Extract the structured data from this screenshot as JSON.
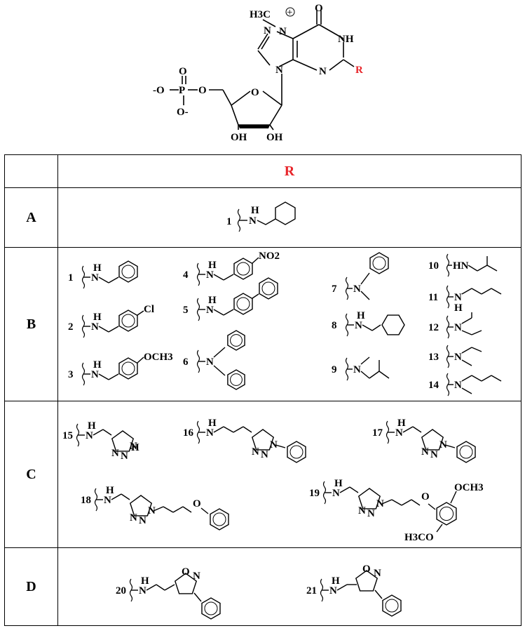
{
  "scaffold": {
    "atoms": {
      "methyl": "H3C",
      "n_plus": "N",
      "charge": "+",
      "oxo": "O",
      "nh": "NH",
      "n_ring": "N",
      "n_bottom": "N",
      "n_glyco": "N",
      "r": "R",
      "phosphate_p": "P",
      "phosphate_o_minus1": "-O",
      "phosphate_o_minus2": "O-",
      "phosphate_o_double": "O",
      "ester_o": "O",
      "ring_o": "O",
      "oh1": "OH",
      "oh2": "OH"
    },
    "r_color": "#e8262b"
  },
  "table": {
    "header_r": "R",
    "rows": [
      {
        "label": "A",
        "compounds": [
          "1"
        ]
      },
      {
        "label": "B",
        "compounds": [
          "1",
          "2",
          "3",
          "4",
          "5",
          "6",
          "7",
          "8",
          "9",
          "10",
          "11",
          "12",
          "13",
          "14"
        ]
      },
      {
        "label": "C",
        "compounds": [
          "15",
          "16",
          "17",
          "18",
          "19"
        ]
      },
      {
        "label": "D",
        "compounds": [
          "20",
          "21"
        ]
      }
    ],
    "labels": {
      "nh": "H",
      "n": "N",
      "hn": "HN",
      "cl": "Cl",
      "no2": "NO2",
      "och3": "OCH3",
      "o": "O",
      "n_isox": "N",
      "h3co": "H3CO"
    }
  }
}
